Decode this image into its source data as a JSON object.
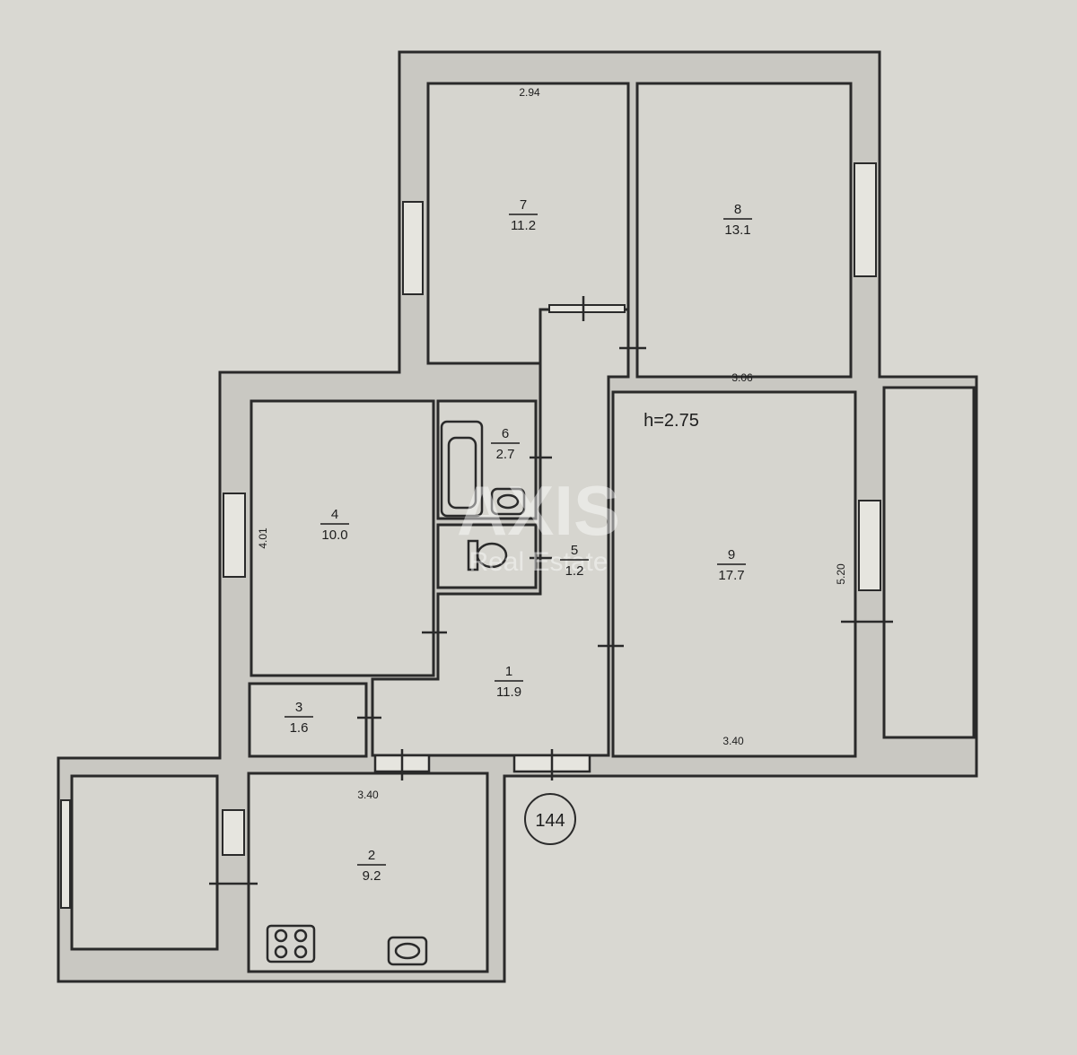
{
  "plan": {
    "ceiling_height": "h=2.75",
    "apartment_number": "144",
    "rooms": [
      {
        "number": "1",
        "area": "11.9"
      },
      {
        "number": "2",
        "area": "9.2"
      },
      {
        "number": "3",
        "area": "1.6"
      },
      {
        "number": "4",
        "area": "10.0"
      },
      {
        "number": "5",
        "area": "1.2"
      },
      {
        "number": "6",
        "area": "2.7"
      },
      {
        "number": "7",
        "area": "11.2"
      },
      {
        "number": "8",
        "area": "13.1"
      },
      {
        "number": "9",
        "area": "17.7"
      }
    ],
    "dimensions": {
      "room7_width": "2.94",
      "room8_width": "3.06",
      "room4_length": "4.01",
      "room9_length": "5.20",
      "room9_width": "3.40",
      "room2_width": "3.40"
    }
  },
  "watermark": {
    "brand": "AXIS",
    "sub": "Real Estate"
  }
}
